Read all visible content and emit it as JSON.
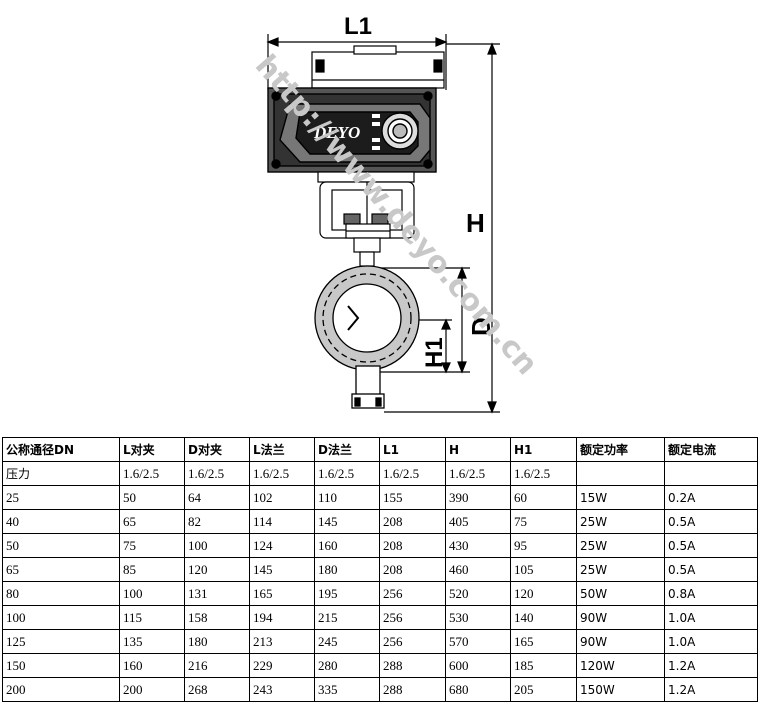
{
  "drawing": {
    "brand": "DEYO",
    "watermark": "http://www.deyo.com.cn",
    "dimensions": {
      "l1": "L1",
      "h": "H",
      "d": "D",
      "h1": "H1"
    }
  },
  "table": {
    "headers": [
      "公称通径DN",
      "L对夹",
      "D对夹",
      "L法兰",
      "D法兰",
      "L1",
      "H",
      "H1",
      "额定功率",
      "额定电流"
    ],
    "pressure_row": [
      "压力",
      "1.6/2.5",
      "1.6/2.5",
      "1.6/2.5",
      "1.6/2.5",
      "1.6/2.5",
      "1.6/2.5",
      "1.6/2.5",
      "",
      ""
    ],
    "rows": [
      [
        "25",
        "50",
        "64",
        "102",
        "110",
        "155",
        "390",
        "60",
        "15W",
        "0.2A"
      ],
      [
        "40",
        "65",
        "82",
        "114",
        "145",
        "208",
        "405",
        "75",
        "25W",
        "0.5A"
      ],
      [
        "50",
        "75",
        "100",
        "124",
        "160",
        "208",
        "430",
        "95",
        "25W",
        "0.5A"
      ],
      [
        "65",
        "85",
        "120",
        "145",
        "180",
        "208",
        "460",
        "105",
        "25W",
        "0.5A"
      ],
      [
        "80",
        "100",
        "131",
        "165",
        "195",
        "256",
        "520",
        "120",
        "50W",
        "0.8A"
      ],
      [
        "100",
        "115",
        "158",
        "194",
        "215",
        "256",
        "530",
        "140",
        "90W",
        "1.0A"
      ],
      [
        "125",
        "135",
        "180",
        "213",
        "245",
        "256",
        "570",
        "165",
        "90W",
        "1.0A"
      ],
      [
        "150",
        "160",
        "216",
        "229",
        "280",
        "288",
        "600",
        "185",
        "120W",
        "1.2A"
      ],
      [
        "200",
        "200",
        "268",
        "243",
        "335",
        "288",
        "680",
        "205",
        "150W",
        "1.2A"
      ]
    ]
  }
}
